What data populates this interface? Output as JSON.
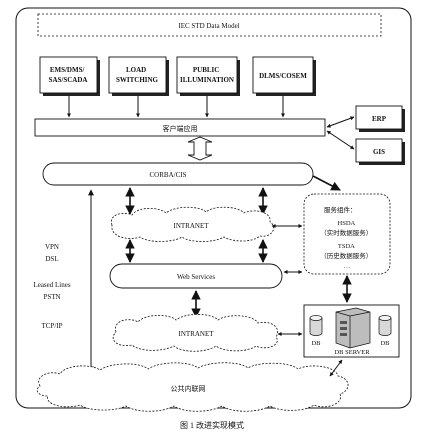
{
  "header_box": {
    "label": "IEC STD Data Model"
  },
  "top_boxes": [
    {
      "lines": [
        "EMS/DMS/",
        "SAS/SCADA"
      ]
    },
    {
      "lines": [
        "LOAD",
        "SWITCHING"
      ]
    },
    {
      "lines": [
        "PUBLIC",
        "ILLUMINATION"
      ]
    },
    {
      "lines": [
        "DLMS/COSEM"
      ]
    }
  ],
  "client_bar": {
    "label": "客户端应用"
  },
  "side_boxes": {
    "erp": "ERP",
    "gis": "GIS"
  },
  "corba": {
    "label": "CORBA/CIS"
  },
  "intranet_top": {
    "label": "INTRANET"
  },
  "web_services": {
    "label": "Web Services"
  },
  "intranet_bottom": {
    "label": "INTRANET"
  },
  "service_box": {
    "lines": [
      "服务组件：",
      "HSDA",
      "（实时数据服务）",
      "TSDA",
      "（历史数据服务）",
      "…"
    ]
  },
  "db_server": {
    "db_left": "DB",
    "server": "DB SERVER",
    "db_right": "DB"
  },
  "protocols": [
    "VPN",
    "DSL",
    "Leased Lines",
    "PSTN",
    "TCP/IP"
  ],
  "public_network": {
    "label": "公共内联网"
  },
  "caption": {
    "label": "图 1  改进实现模式"
  }
}
